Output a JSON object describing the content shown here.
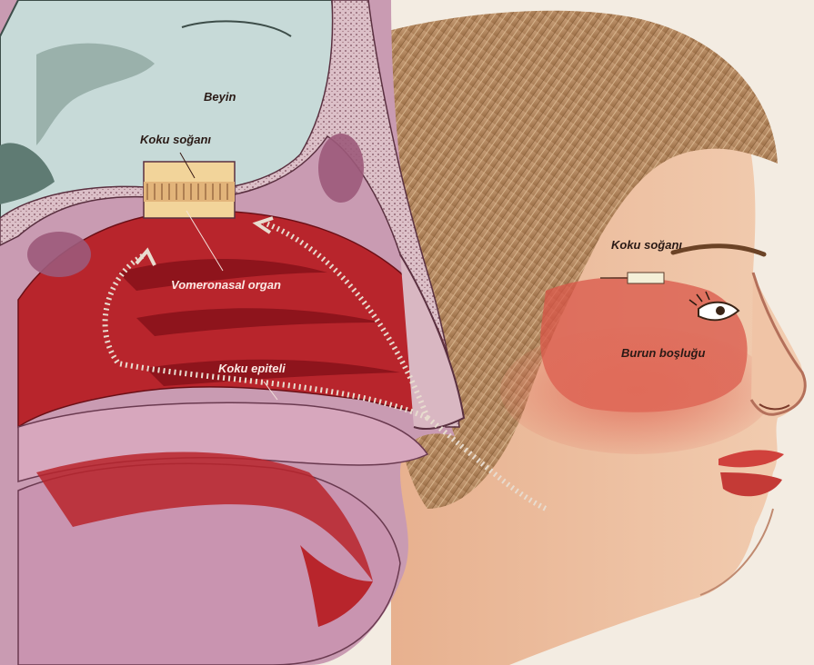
{
  "labels": {
    "beyin": "Beyin",
    "koku_soganı_cross": "Koku soğanı",
    "vomeronasal_organ": "Vomeronasal organ",
    "koku_epiteli": "Koku epiteli",
    "koku_soganı_face": "Koku soğanı",
    "burun_boslugu": "Burun boşluğu"
  },
  "colors": {
    "brain": "#c7dad8",
    "brain_dark": "#6f8a83",
    "bone": "#d9b7c2",
    "mucosa_red": "#b8252c",
    "mucosa_dark": "#8e141c",
    "tissue_pink": "#c99bb2",
    "skin": "#e9b996",
    "hair": "#b98a5c"
  }
}
